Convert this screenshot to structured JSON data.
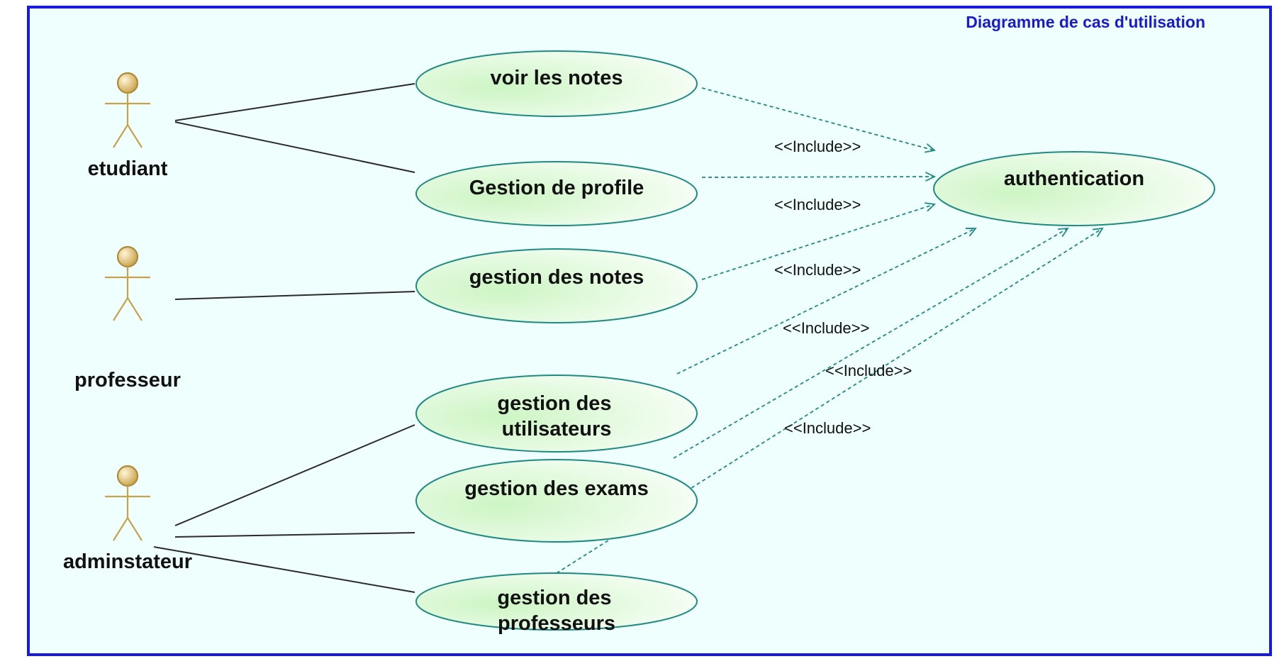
{
  "diagram": {
    "title": "Diagramme de cas d'utilisation",
    "colors": {
      "frame": "#1a1adf",
      "background": "#eefffd",
      "title": "#1a1ad0",
      "usecase_stroke": "#1e8a82",
      "usecase_fill": "#dcf9d2",
      "actor": "#c8a24a",
      "association": "#2b2b2b",
      "include": "#1e8a82"
    },
    "actors": [
      {
        "id": "etudiant",
        "label": "etudiant"
      },
      {
        "id": "professeur",
        "label": "professeur"
      },
      {
        "id": "adminstateur",
        "label": "adminstateur"
      }
    ],
    "use_cases": [
      {
        "id": "voir_notes",
        "lines": [
          "voir les notes"
        ]
      },
      {
        "id": "profile",
        "lines": [
          "Gestion de profile"
        ]
      },
      {
        "id": "gest_notes",
        "lines": [
          "gestion des notes"
        ]
      },
      {
        "id": "utilisateurs",
        "lines": [
          "gestion des",
          "utilisateurs"
        ]
      },
      {
        "id": "exams",
        "lines": [
          "gestion des exams"
        ]
      },
      {
        "id": "professeurs",
        "lines": [
          "gestion des",
          "professeurs"
        ]
      },
      {
        "id": "auth",
        "lines": [
          "authentication"
        ]
      }
    ],
    "associations": [
      {
        "actor": "etudiant",
        "use_case": "voir_notes"
      },
      {
        "actor": "etudiant",
        "use_case": "profile"
      },
      {
        "actor": "professeur",
        "use_case": "gest_notes"
      },
      {
        "actor": "adminstateur",
        "use_case": "utilisateurs"
      },
      {
        "actor": "adminstateur",
        "use_case": "exams"
      },
      {
        "actor": "adminstateur",
        "use_case": "professeurs"
      }
    ],
    "includes": [
      {
        "from": "voir_notes",
        "to": "auth",
        "label": "<<Include>>"
      },
      {
        "from": "profile",
        "to": "auth",
        "label": "<<Include>>"
      },
      {
        "from": "gest_notes",
        "to": "auth",
        "label": "<<Include>>"
      },
      {
        "from": "utilisateurs",
        "to": "auth",
        "label": "<<Include>>"
      },
      {
        "from": "exams",
        "to": "auth",
        "label": "<<Include>>"
      },
      {
        "from": "professeurs",
        "to": "auth",
        "label": "<<Include>>"
      }
    ]
  }
}
